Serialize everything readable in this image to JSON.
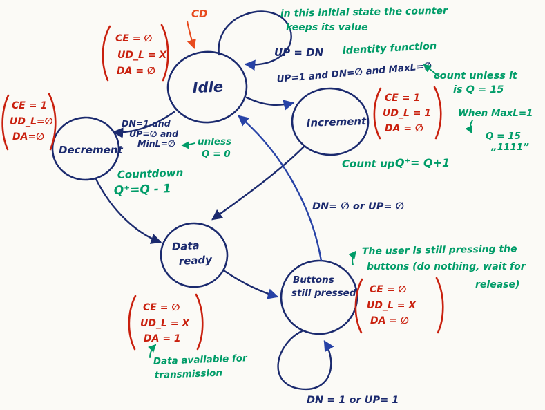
{
  "diagram": {
    "reset_label": "CD",
    "states": {
      "idle": {
        "label": "Idle"
      },
      "increment": {
        "label": "Increment"
      },
      "decrement": {
        "label": "Decrement"
      },
      "data_ready": {
        "label_line1": "Data",
        "label_line2": "ready"
      },
      "buttons": {
        "label_line1": "Buttons",
        "label_line2": "still pressed"
      }
    },
    "outputs": {
      "idle": {
        "l1": "CE = ∅",
        "l2": "UD_L = X",
        "l3": "DA = ∅"
      },
      "increment": {
        "l1": "CE = 1",
        "l2": "UD_L = 1",
        "l3": "DA = ∅"
      },
      "decrement": {
        "l1": "CE = 1",
        "l2": "UD_L=∅",
        "l3": "DA=∅"
      },
      "data_ready": {
        "l1": "CE = ∅",
        "l2": "UD_L = X",
        "l3": "DA = 1"
      },
      "buttons": {
        "l1": "CE = ∅",
        "l2": "UD_L = X",
        "l3": "DA = ∅"
      }
    },
    "transitions": {
      "idle_self": "UP = DN",
      "idle_to_increment": "UP=1 and DN=∅ and  MaxL=∅",
      "idle_to_decrement": {
        "l1": "DN=1 and",
        "l2": "UP=∅ and",
        "l3": "MinL=∅"
      },
      "buttons_to_idle": "DN= ∅  or  UP= ∅",
      "buttons_self": "DN = 1 or UP= 1"
    },
    "actions": {
      "count_up_prefix": "Count up",
      "count_up_formula": "Q⁺= Q+1",
      "countdown_prefix": "Countdown",
      "countdown_formula": "Q⁺=Q - 1"
    },
    "notes": {
      "initial_l1": "in this initial state the counter",
      "initial_l2": "keeps its value",
      "identity": "identity function",
      "count_unless_l1": "count unless it",
      "count_unless_l2": "is Q = 15",
      "when_maxl_l1": "When MaxL=1",
      "when_maxl_l2": "Q = 15",
      "when_maxl_l3": "„1111”",
      "unless_l1": "unless",
      "unless_l2": "Q = 0",
      "user_l1": "The user is still pressing the",
      "user_l2": "buttons (do nothing, wait for",
      "user_l3": "release)",
      "data_avail_l1": "Data available for",
      "data_avail_l2": "transmission"
    },
    "colors": {
      "ink_navy": "#1b2a6e",
      "ink_blue": "#2742a6",
      "ink_red": "#c9200e",
      "ink_orange_red": "#e84b1e",
      "ink_green": "#009c68",
      "paper": "#fbfaf6"
    }
  }
}
